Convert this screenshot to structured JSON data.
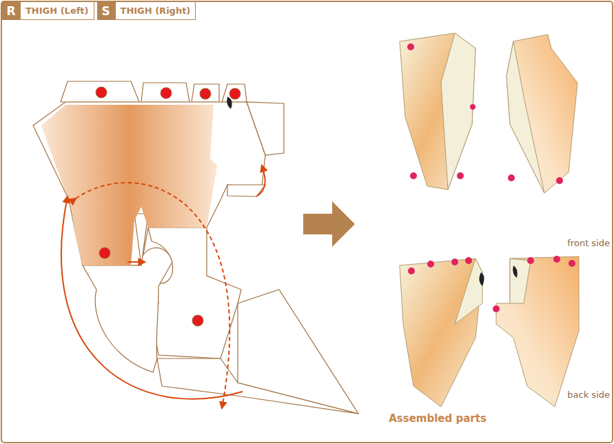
{
  "diagram": {
    "caption": "Assembled parts",
    "nodes": [
      {
        "text": [
          "R"
        ]
      },
      {
        "text": [
          "THIGH (Left)"
        ]
      },
      {
        "text": [
          "S"
        ]
      },
      {
        "text": [
          "THIGH (Right)"
        ]
      }
    ],
    "labels": [
      "front side",
      "back side"
    ]
  }
}
